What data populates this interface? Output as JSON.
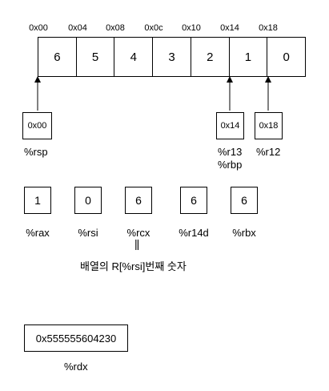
{
  "addresses": [
    "0x00",
    "0x04",
    "0x08",
    "0x0c",
    "0x10",
    "0x14",
    "0x18"
  ],
  "array_cells": [
    "6",
    "5",
    "4",
    "3",
    "2",
    "1",
    "0"
  ],
  "pointers": [
    {
      "value": "0x00",
      "label": "%rsp"
    },
    {
      "value": "0x14",
      "label": "%r13\n%rbp"
    },
    {
      "value": "0x18",
      "label": "%r12"
    }
  ],
  "registers": [
    {
      "value": "1",
      "label": "%rax"
    },
    {
      "value": "0",
      "label": "%rsi"
    },
    {
      "value": "6",
      "label": "%rcx"
    },
    {
      "value": "6",
      "label": "%r14d"
    },
    {
      "value": "6",
      "label": "%rbx"
    }
  ],
  "equal_mark": "||",
  "note": "배열의 R[%rsi]번째 숫자",
  "rdx": {
    "value": "0x555555604230",
    "label": "%rdx"
  }
}
